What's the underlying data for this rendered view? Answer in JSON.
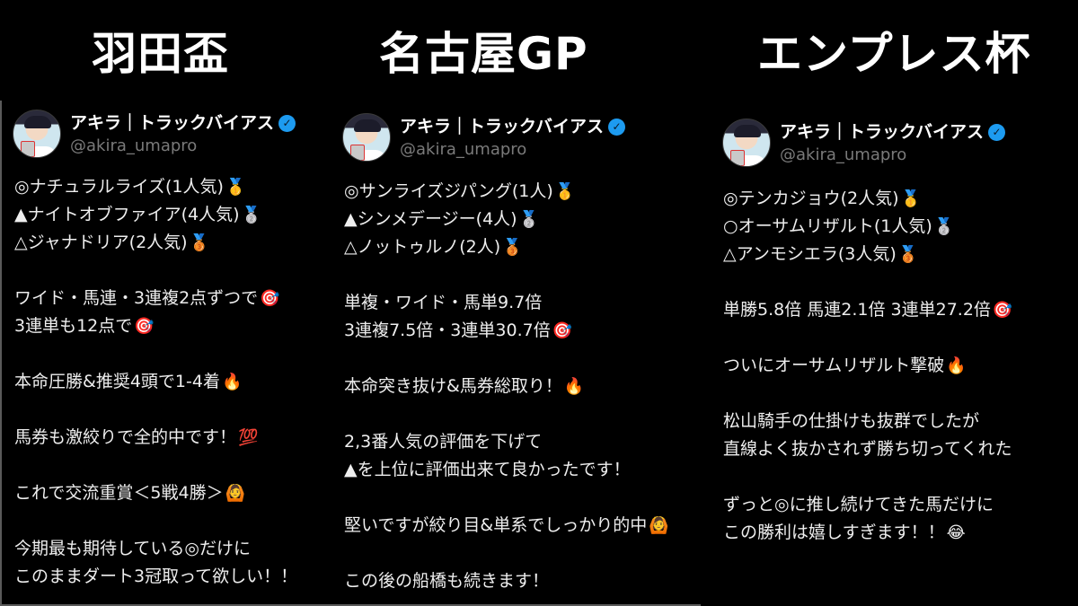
{
  "titles": [
    "羽田盃",
    "名古屋GP",
    "エンプレス杯"
  ],
  "account": {
    "name": "アキラ｜トラックバイアス",
    "handle": "@akira_umapro",
    "verified_icon": "verified-badge-icon"
  },
  "posts": [
    {
      "race": "羽田盃",
      "lines": [
        {
          "text": "◎ナチュラルライズ(1人気)",
          "emoji": "🥇",
          "emoji_name": "gold-medal-icon"
        },
        {
          "text": "▲ナイトオブファイア(4人気)",
          "emoji": "🥈",
          "emoji_name": "silver-medal-icon"
        },
        {
          "text": "△ジャナドリア(2人気)",
          "emoji": "🥉",
          "emoji_name": "bronze-medal-icon"
        },
        {
          "gap": true
        },
        {
          "text": "ワイド・馬連・3連複2点ずつで",
          "emoji": "🎯",
          "emoji_name": "target-icon"
        },
        {
          "text": "3連単も12点で",
          "emoji": "🎯",
          "emoji_name": "target-icon"
        },
        {
          "gap": true
        },
        {
          "text": "本命圧勝&推奨4頭で1-4着",
          "emoji": "🔥",
          "emoji_name": "fire-icon"
        },
        {
          "gap": true
        },
        {
          "text": "馬券も激絞りで全的中です！",
          "emoji": "💯",
          "emoji_name": "hundred-points-icon"
        },
        {
          "gap": true
        },
        {
          "text": "これで交流重賞＜5戦4勝＞",
          "emoji": "🙆",
          "emoji_name": "ok-gesture-icon"
        },
        {
          "gap": true
        },
        {
          "text": "今期最も期待している◎だけに",
          "emoji": "",
          "emoji_name": ""
        },
        {
          "text": "このままダート3冠取って欲しい！！",
          "emoji": "",
          "emoji_name": ""
        }
      ]
    },
    {
      "race": "名古屋GP",
      "lines": [
        {
          "text": "◎サンライズジパング(1人)",
          "emoji": "🥇",
          "emoji_name": "gold-medal-icon"
        },
        {
          "text": "▲シンメデージー(4人)",
          "emoji": "🥈",
          "emoji_name": "silver-medal-icon"
        },
        {
          "text": "△ノットゥルノ(2人)",
          "emoji": "🥉",
          "emoji_name": "bronze-medal-icon"
        },
        {
          "gap": true
        },
        {
          "text": "単複・ワイド・馬単9.7倍",
          "emoji": "",
          "emoji_name": ""
        },
        {
          "text": "3連複7.5倍・3連単30.7倍",
          "emoji": "🎯",
          "emoji_name": "target-icon"
        },
        {
          "gap": true
        },
        {
          "text": "本命突き抜け&馬券総取り！",
          "emoji": "🔥",
          "emoji_name": "fire-icon"
        },
        {
          "gap": true
        },
        {
          "text": "2,3番人気の評価を下げて",
          "emoji": "",
          "emoji_name": ""
        },
        {
          "text": "▲を上位に評価出来て良かったです！",
          "emoji": "",
          "emoji_name": ""
        },
        {
          "gap": true
        },
        {
          "text": "堅いですが絞り目&単系でしっかり的中",
          "emoji": "🙆",
          "emoji_name": "ok-gesture-icon"
        },
        {
          "gap": true
        },
        {
          "text": "この後の船橋も続きます！",
          "emoji": "",
          "emoji_name": ""
        }
      ]
    },
    {
      "race": "エンプレス杯",
      "lines": [
        {
          "text": "◎テンカジョウ(2人気)",
          "emoji": "🥇",
          "emoji_name": "gold-medal-icon"
        },
        {
          "text": "○オーサムリザルト(1人気)",
          "emoji": "🥈",
          "emoji_name": "silver-medal-icon"
        },
        {
          "text": "△アンモシエラ(3人気)",
          "emoji": "🥉",
          "emoji_name": "bronze-medal-icon"
        },
        {
          "gap": true
        },
        {
          "text": "単勝5.8倍 馬連2.1倍 3連単27.2倍",
          "emoji": "🎯",
          "emoji_name": "target-icon"
        },
        {
          "gap": true
        },
        {
          "text": "ついにオーサムリザルト撃破",
          "emoji": "🔥",
          "emoji_name": "fire-icon"
        },
        {
          "gap": true
        },
        {
          "text": "松山騎手の仕掛けも抜群でしたが",
          "emoji": "",
          "emoji_name": ""
        },
        {
          "text": "直線よく抜かされず勝ち切ってくれた",
          "emoji": "",
          "emoji_name": ""
        },
        {
          "gap": true
        },
        {
          "text": "ずっと◎に推し続けてきた馬だけに",
          "emoji": "",
          "emoji_name": ""
        },
        {
          "text": "この勝利は嬉しすぎます！！",
          "emoji": "😂",
          "emoji_name": "tears-of-joy-icon"
        }
      ]
    }
  ],
  "colors": {
    "background": "#000000",
    "text": "#eeeeee",
    "handle": "#7a7a7a",
    "verified": "#1d9bf0",
    "panel_border": "#5a5a5a"
  }
}
